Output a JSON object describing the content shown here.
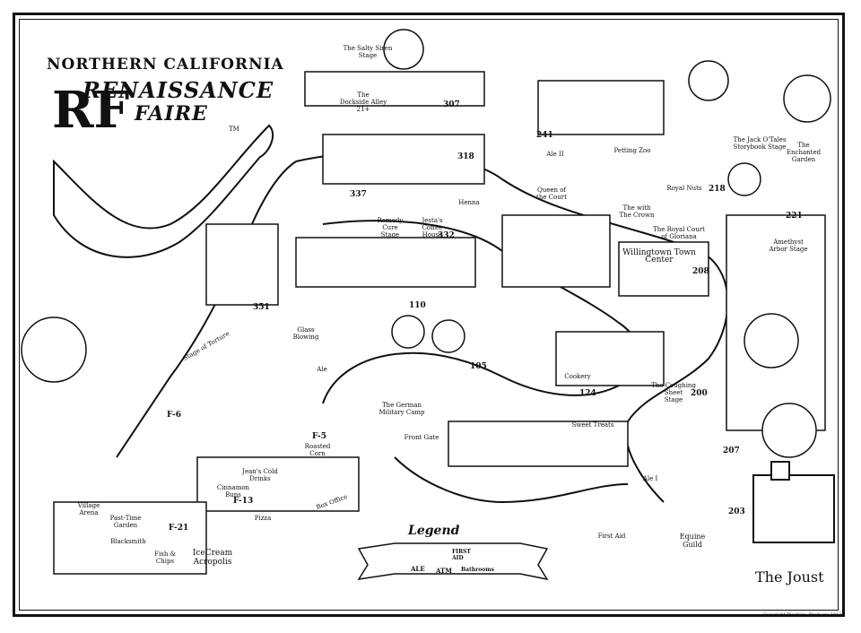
{
  "title": {
    "line1": "NORTHERN CALIFORNIA",
    "line2": "RENAISSANCE",
    "line3": "FAIRE",
    "logo": "RF",
    "tm": "TM"
  },
  "places": {
    "salty_siren": "The Salty Siren\nStage",
    "dockside": "The\nDockside Alley\n21+",
    "remedy_cure": "Remedy Cure\nStage",
    "jestas_coffee": "Jesta's\nCoffee\nHouse",
    "glass_blowing": "Glass Blowing",
    "henna": "Henna",
    "queen": "Queen of\nthe Court",
    "with_the_crown": "The with\nThe Crown",
    "royal_court": "The Royal Court\nof Gloriana",
    "willingtown": "Willingtown Town Center",
    "royal_nuts": "Royal Nuts",
    "petting_zoo": "Petting Zoo",
    "jack": "The Jack O'Tales\nStorybook Stage",
    "enchanted": "The\nEnchanted\nGarden",
    "amethyst": "Amethyst\nArbor Stage",
    "stage_torture": "Stage of Torture",
    "ale_left": "Ale",
    "german": "The German\nMilitary Camp",
    "roasted": "Roasted\nCorn",
    "cookery": "Cookery",
    "coughing": "The Coughing Sheet\nStage",
    "sweet_treats": "Sweet Treats",
    "ale_I": "Ale I",
    "ale_II": "Ale II",
    "first_aid": "First Aid",
    "jeans_cold": "Jean's Cold\nDrinks",
    "cinnamon": "Cinnamon\nBuns",
    "pizza": "Pizza",
    "box_office": "Box Office",
    "front_gate": "Front Gate",
    "village_arena": "Village\nArena",
    "pasttime": "Past-Time\nGarden",
    "blacksmith": "Blacksmith",
    "fish_chips": "Fish & Chips",
    "ice_cream": "IceCream\nAcropolis",
    "equine": "Equine\nGuild",
    "joust": "The Joust"
  },
  "numbers": {
    "n241": "241",
    "n307": "307",
    "n318": "318",
    "n337": "337",
    "n332": "332",
    "n110": "110",
    "n105": "105",
    "n124": "124",
    "n200": "200",
    "n208": "208",
    "n218": "218",
    "n221": "221",
    "n207": "207",
    "n203": "203",
    "n351": "351",
    "f6": "F-6",
    "f5": "F-5",
    "f13": "F-13",
    "f21": "F-21"
  },
  "legend": {
    "title": "Legend",
    "ale": "ALE",
    "atm": "ATM",
    "first_aid": "FIRST AID",
    "bathrooms": "Bathrooms"
  },
  "copyright": "Copyright Playfaire Products 2013"
}
